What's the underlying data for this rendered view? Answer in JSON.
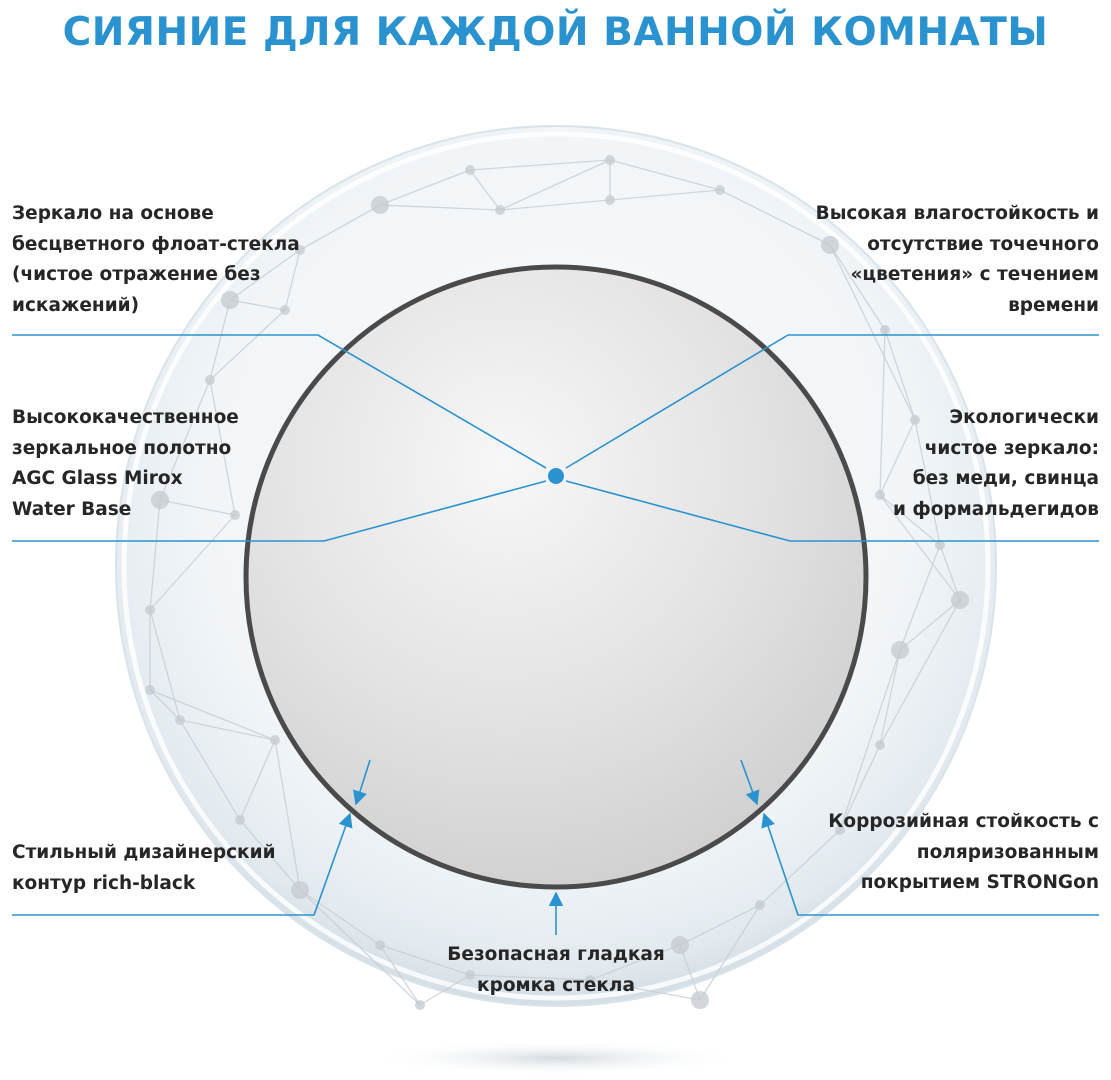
{
  "title": "СИЯНИЕ ДЛЯ КАЖДОЙ ВАННОЙ КОМНАТЫ",
  "colors": {
    "accent": "#2a93cf",
    "text": "#262626",
    "mirror_frame": "#4a4a4a"
  },
  "callouts": {
    "top_left": [
      "Зеркало на основе",
      "бесцветного флоат-стекла",
      "(чистое отражение без",
      "искажений)"
    ],
    "top_right": [
      "Высокая влагостойкость и",
      "отсутствие точечного",
      "«цветения» с течением",
      "времени"
    ],
    "mid_left": [
      "Высококачественное",
      "зеркальное полотно",
      "AGC Glass Mirox",
      "Water Base"
    ],
    "mid_right": [
      "Экологически",
      "чистое зеркало:",
      "без меди, свинца",
      "и формальдегидов"
    ],
    "bottom_left": [
      "Стильный дизайнерский",
      "контур rich-black"
    ],
    "bottom_right": [
      "Коррозийная стойкость с",
      "поляризованным",
      "покрытием STRONGon"
    ],
    "bottom_center": [
      "Безопасная гладкая",
      "кромка стекла"
    ]
  }
}
